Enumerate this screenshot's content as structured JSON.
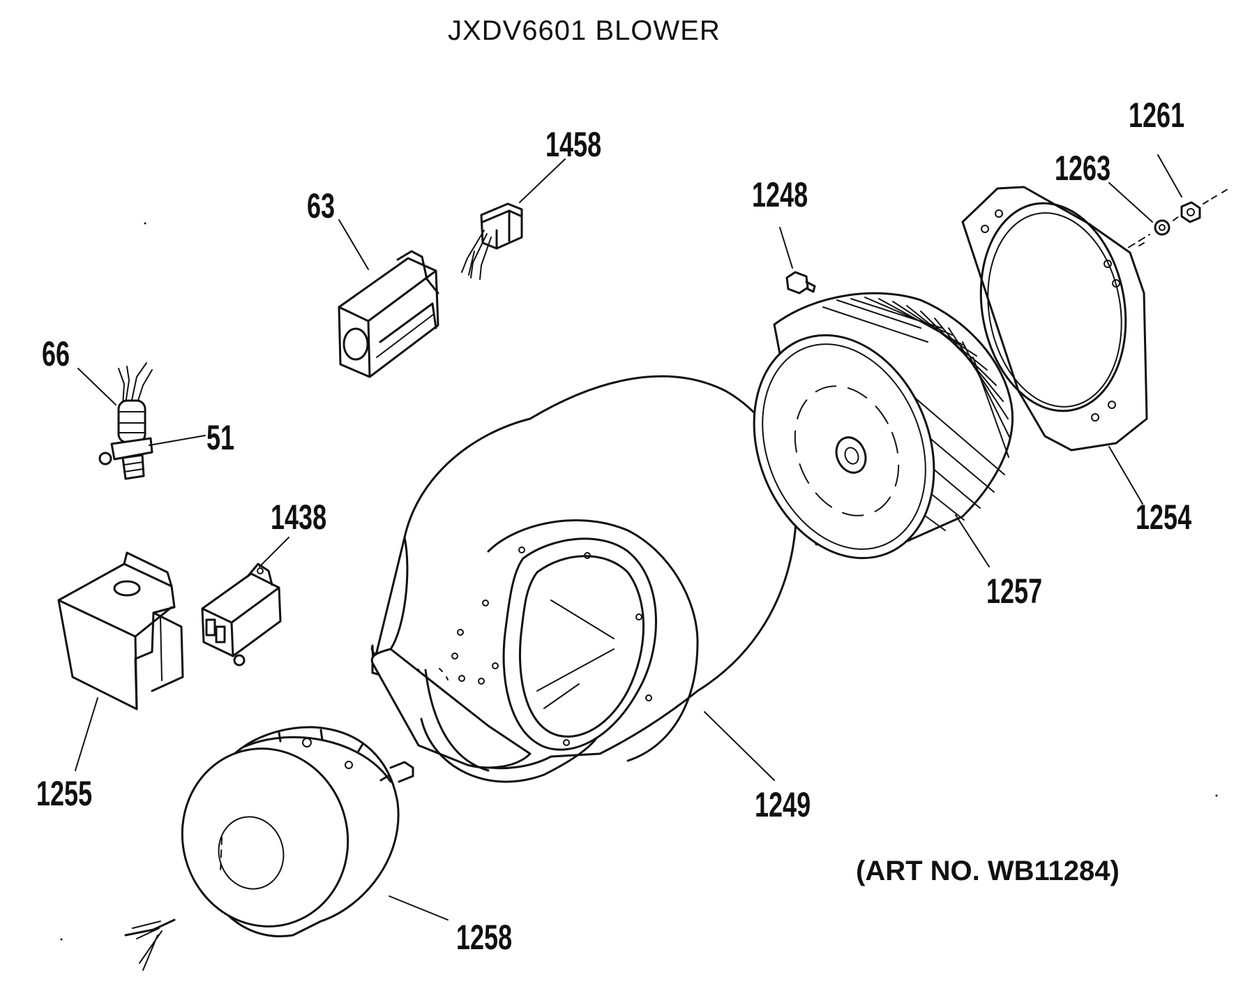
{
  "title": "JXDV6601 BLOWER",
  "art_number": "(ART NO. WB11284)",
  "callouts": {
    "c1458": "1458",
    "c63": "63",
    "c1248": "1248",
    "c1263": "1263",
    "c1261": "1261",
    "c66": "66",
    "c51": "51",
    "c1438": "1438",
    "c1254": "1254",
    "c1257": "1257",
    "c1255": "1255",
    "c1249": "1249",
    "c1258": "1258"
  },
  "icons": {
    "part_63": "relay-box-icon",
    "part_1458": "connector-icon",
    "part_1248": "screw-icon",
    "part_1263": "washer-icon",
    "part_1261": "nut-icon",
    "part_66_51": "thermostat-icon",
    "part_1438": "switch-icon",
    "part_1255": "cover-bracket-icon",
    "part_1249": "blower-housing-icon",
    "part_1257": "blower-wheel-icon",
    "part_1254": "mounting-plate-icon",
    "part_1258": "motor-icon"
  }
}
